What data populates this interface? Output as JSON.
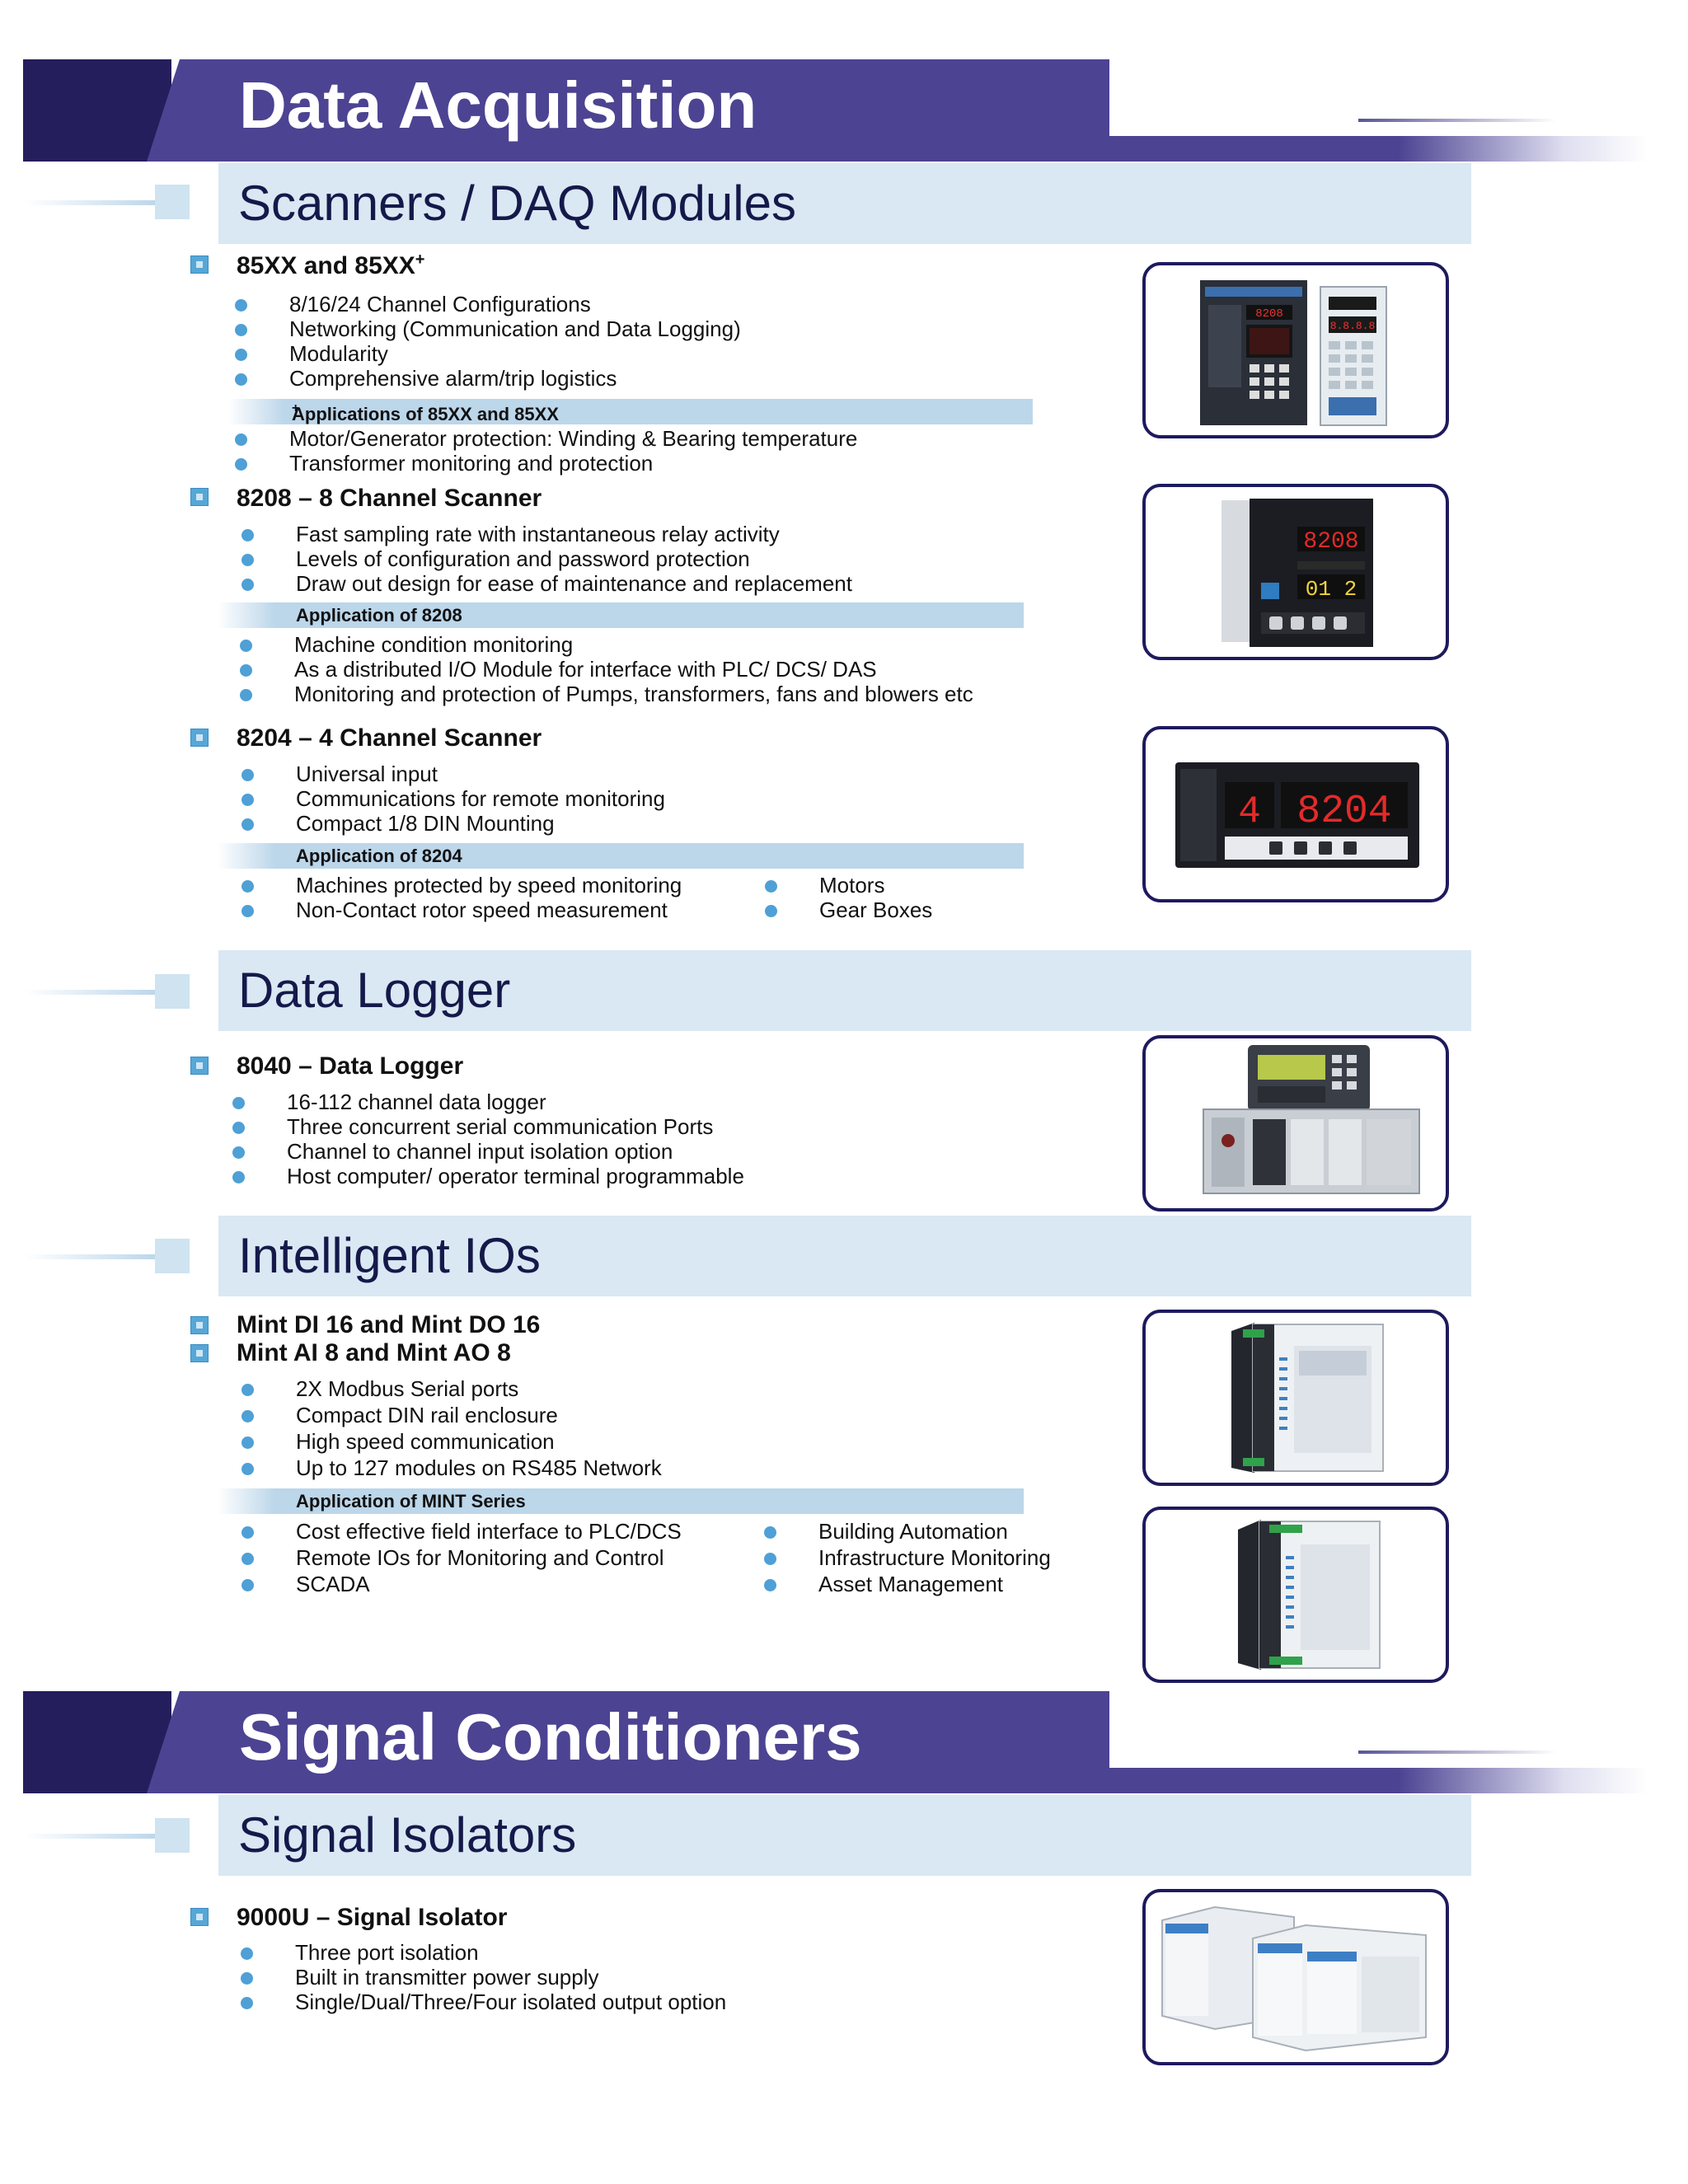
{
  "colors": {
    "banner_main": "#4c4392",
    "banner_dark": "#241e5c",
    "section_bar": "#d9e8f3",
    "bullet": "#4ea0d6",
    "frame_border": "#1e1a5e"
  },
  "banners": {
    "data_acquisition": "Data Acquisition",
    "signal_conditioners": "Signal Conditioners"
  },
  "sections": {
    "scanners": "Scanners / DAQ Modules",
    "data_logger": "Data Logger",
    "intelligent_ios": "Intelligent IOs",
    "signal_isolators": "Signal Isolators"
  },
  "p85xx": {
    "title": "85XX and 85XX",
    "title_sup": "+",
    "features": [
      "8/16/24 Channel Configurations",
      "Networking (Communication and Data Logging)",
      "Modularity",
      "Comprehensive alarm/trip logistics"
    ],
    "app_label": "Applications of 85XX and 85XX",
    "app_sup": "+",
    "applications": [
      "Motor/Generator protection: Winding & Bearing temperature",
      "Transformer monitoring and protection"
    ],
    "display_top": "8208",
    "display_mid": "8.8.8.8"
  },
  "p8208": {
    "title": "8208 – 8 Channel Scanner",
    "features": [
      "Fast sampling rate with instantaneous relay activity",
      "Levels of configuration and password protection",
      "Draw out design for ease of maintenance and replacement"
    ],
    "app_label": "Application of 8208",
    "applications": [
      "Machine condition monitoring",
      "As a distributed I/O Module for interface with PLC/ DCS/ DAS",
      "Monitoring and protection of Pumps, transformers, fans and blowers etc"
    ],
    "display_top": "8208",
    "display_bottom": "01 2"
  },
  "p8204": {
    "title": "8204 – 4 Channel Scanner",
    "features": [
      "Universal input",
      "Communications for remote monitoring",
      "Compact 1/8 DIN Mounting"
    ],
    "app_label": "Application of 8204",
    "applications_left": [
      "Machines protected by speed monitoring",
      "Non-Contact rotor speed measurement"
    ],
    "applications_right": [
      "Motors",
      "Gear Boxes"
    ],
    "display_ch": "4",
    "display_value": "8204"
  },
  "p8040": {
    "title": "8040 – Data Logger",
    "features": [
      "16-112 channel data logger",
      "Three concurrent serial communication Ports",
      "Channel to channel input isolation option",
      "Host computer/ operator terminal programmable"
    ]
  },
  "mint": {
    "title_1": "Mint DI 16 and Mint DO 16",
    "title_2": "Mint AI 8 and Mint AO 8",
    "features": [
      "2X Modbus Serial ports",
      "Compact DIN rail enclosure",
      "High speed communication",
      "Up to 127 modules on RS485 Network"
    ],
    "app_label": "Application of MINT Series",
    "applications_left": [
      "Cost effective field interface to PLC/DCS",
      "Remote IOs for Monitoring and Control",
      "SCADA"
    ],
    "applications_right": [
      "Building Automation",
      "Infrastructure Monitoring",
      "Asset Management"
    ]
  },
  "p9000u": {
    "title": "9000U – Signal Isolator",
    "features": [
      "Three port isolation",
      "Built in transmitter power supply",
      "Single/Dual/Three/Four isolated output option"
    ]
  }
}
